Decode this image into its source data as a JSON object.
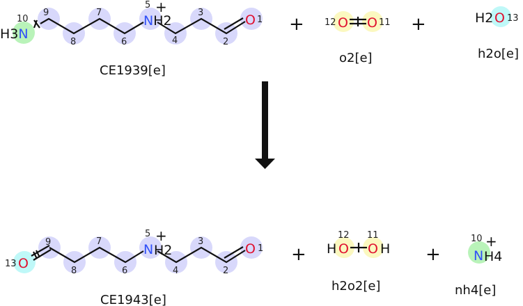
{
  "reactants": [
    {
      "name": "CE1939[e]",
      "atoms": [
        "1",
        "2",
        "3",
        "4",
        "5",
        "6",
        "7",
        "8",
        "9",
        "10"
      ],
      "groups": {
        "n10": "H3N",
        "n5": "NH2",
        "o1": "O"
      }
    },
    {
      "name": "o2[e]",
      "atoms": [
        "12",
        "11"
      ]
    },
    {
      "name": "h2o[e]",
      "atoms": [
        "13"
      ],
      "formula_prefix": "H2",
      "o": "O"
    }
  ],
  "products": [
    {
      "name": "CE1943[e]",
      "atoms": [
        "1",
        "2",
        "3",
        "4",
        "5",
        "6",
        "7",
        "8",
        "9",
        "13"
      ]
    },
    {
      "name": "h2o2[e]",
      "atoms": [
        "12",
        "11"
      ]
    },
    {
      "name": "nh4[e]",
      "atoms": [
        "10"
      ]
    }
  ],
  "symbols": {
    "plus": "+",
    "charge": "+",
    "N": "N",
    "O": "O",
    "H": "H",
    "H2": "H2",
    "H3": "H3",
    "H4": "H4"
  },
  "colors": {
    "highlight_carbon": "#d8d8fb",
    "highlight_n": "#b9f3b9",
    "highlight_o_cyan": "#bff8f8",
    "highlight_o_yellow": "#fbf8c0",
    "arrow": "#111111"
  }
}
